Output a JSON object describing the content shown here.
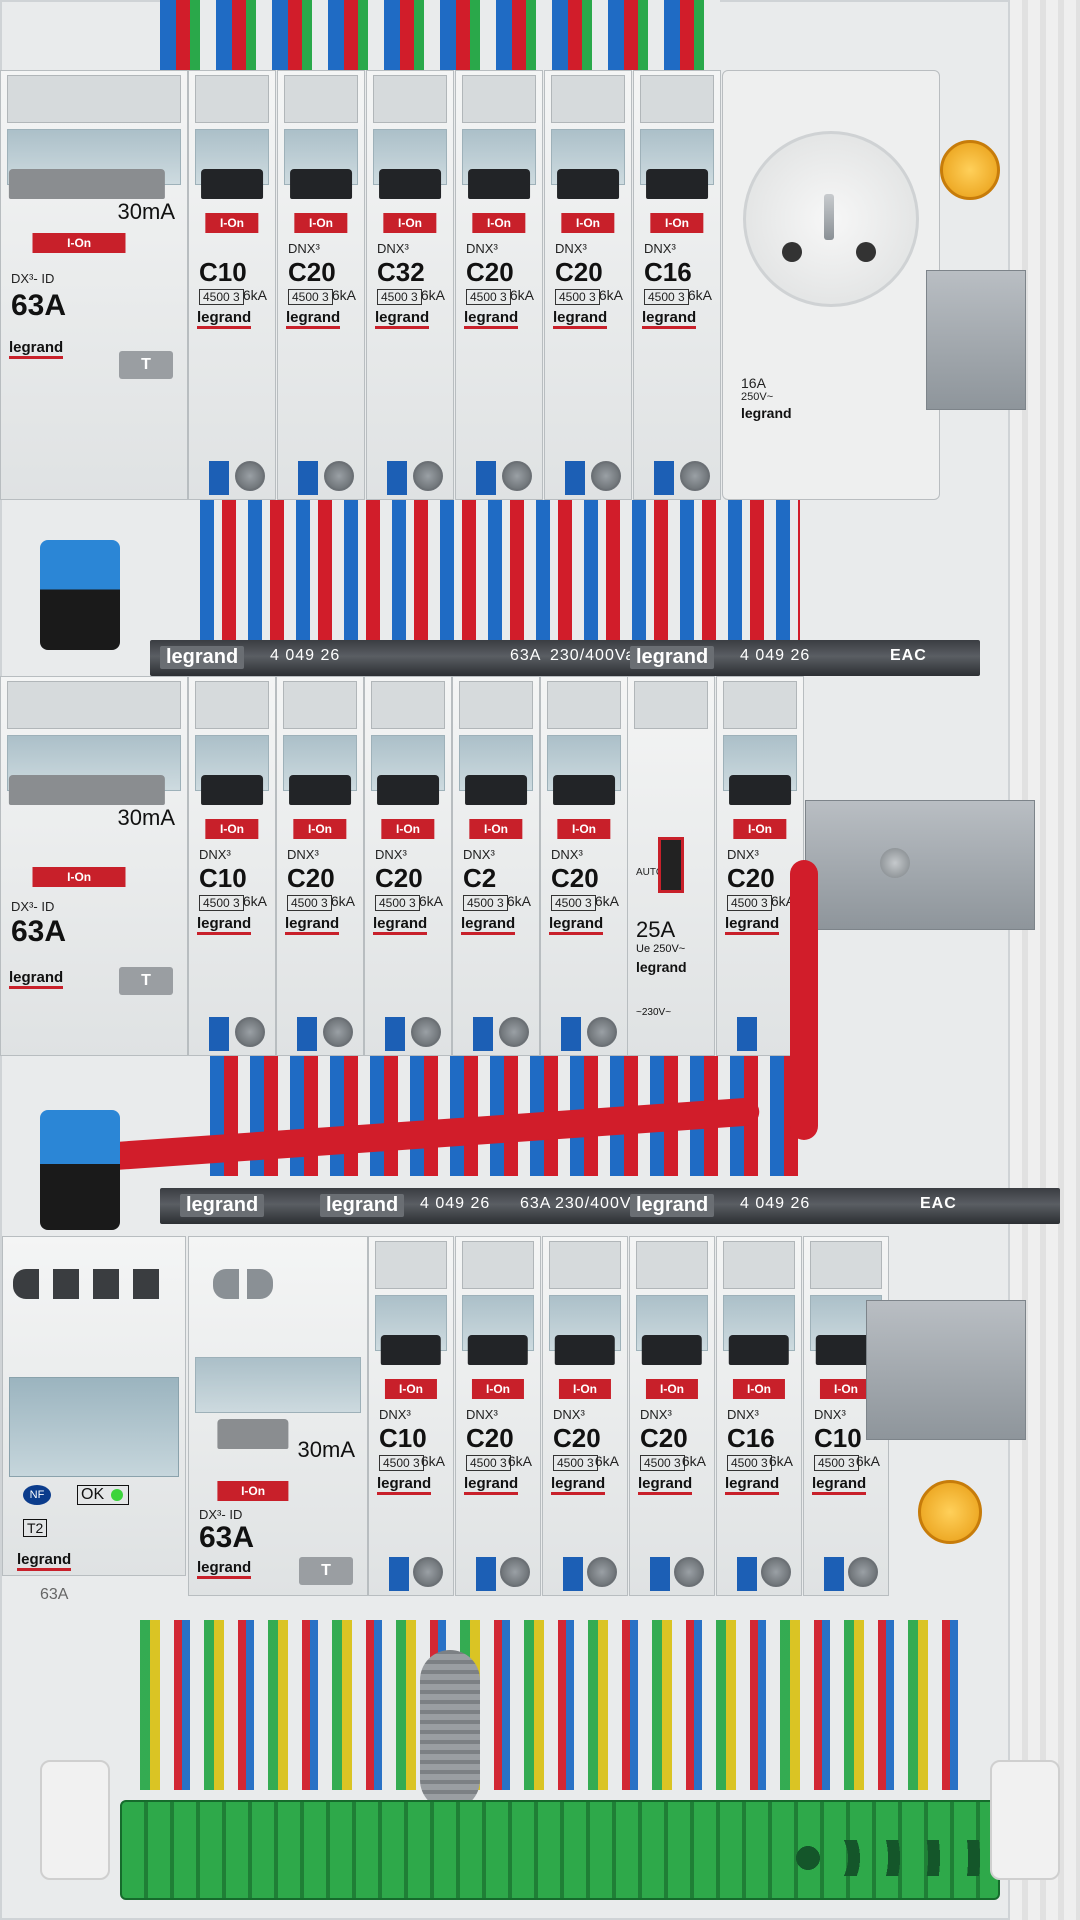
{
  "scene": {
    "colors": {
      "brick": "#8a4433",
      "enclosure": "#e9ebec",
      "breaker_red": "#c8202a",
      "wire_blue": "#1f6bc4",
      "wire_red": "#d11d2a",
      "wire_green": "#2aa84a",
      "wire_yellow": "#d9c21a",
      "terminal_green": "#2ea94a"
    }
  },
  "busbars": [
    {
      "brand": "legrand",
      "ref": "4 049 26",
      "rating": "63A",
      "voltage": "230/400Vac",
      "mark": "EAC"
    },
    {
      "brand": "legrand",
      "ref": "4 049 26",
      "rating": "63A",
      "voltage": "230/400Vac",
      "mark": "EAC"
    }
  ],
  "row1": {
    "rcd": {
      "model": "DX³- ID",
      "rating": "63A",
      "sens": "30mA",
      "state": "I-On",
      "brand": "legrand",
      "test": "T"
    },
    "breakers": [
      {
        "model": "",
        "rating": "C10",
        "ref": "4500 3",
        "kA": "6kA",
        "state": "I-On",
        "brand": "legrand"
      },
      {
        "model": "DNX³",
        "rating": "C20",
        "ref": "4500 3",
        "kA": "6kA",
        "state": "I-On",
        "brand": "legrand"
      },
      {
        "model": "DNX³",
        "rating": "C32",
        "ref": "4500 3",
        "kA": "6kA",
        "state": "I-On",
        "brand": "legrand"
      },
      {
        "model": "DNX³",
        "rating": "C20",
        "ref": "4500 3",
        "kA": "6kA",
        "state": "I-On",
        "brand": "legrand"
      },
      {
        "model": "DNX³",
        "rating": "C20",
        "ref": "4500 3",
        "kA": "6kA",
        "state": "I-On",
        "brand": "legrand"
      },
      {
        "model": "DNX³",
        "rating": "C16",
        "ref": "4500 3",
        "kA": "6kA",
        "state": "I-On",
        "brand": "legrand"
      }
    ],
    "socket": {
      "rating": "16A",
      "voltage": "250V~",
      "brand": "legrand"
    }
  },
  "row2": {
    "rcd": {
      "model": "DX³- ID",
      "rating": "63A",
      "sens": "30mA",
      "state": "I-On",
      "brand": "legrand",
      "test": "T"
    },
    "breakers": [
      {
        "model": "DNX³",
        "rating": "C10",
        "ref": "4500 3",
        "kA": "6kA",
        "state": "I-On",
        "brand": "legrand"
      },
      {
        "model": "DNX³",
        "rating": "C20",
        "ref": "4500 3",
        "kA": "6kA",
        "state": "I-On",
        "brand": "legrand"
      },
      {
        "model": "DNX³",
        "rating": "C20",
        "ref": "4500 3",
        "kA": "6kA",
        "state": "I-On",
        "brand": "legrand"
      },
      {
        "model": "DNX³",
        "rating": "C2",
        "ref": "4500 3",
        "kA": "6kA",
        "state": "I-On",
        "brand": "legrand"
      },
      {
        "model": "DNX³",
        "rating": "C20",
        "ref": "4500 3",
        "kA": "6kA",
        "state": "I-On",
        "brand": "legrand"
      }
    ],
    "contactor": {
      "rating": "25A",
      "voltage": "Ue 250V~",
      "brand": "legrand",
      "mode": "AUTO",
      "coil": "~230V~"
    },
    "last_breaker": {
      "model": "DNX³",
      "rating": "C20",
      "ref": "4500 3",
      "kA": "6kA",
      "state": "I-On",
      "brand": "legrand"
    }
  },
  "row3": {
    "surge": {
      "type": "T2",
      "status": "OK",
      "brand": "legrand",
      "nf": "NF"
    },
    "rcd": {
      "model": "DX³- ID",
      "rating": "63A",
      "sens": "30mA",
      "state": "I-On",
      "brand": "legrand",
      "test": "T"
    },
    "breakers": [
      {
        "model": "DNX³",
        "rating": "C10",
        "ref": "4500 3",
        "kA": "6kA",
        "state": "I-On",
        "brand": "legrand"
      },
      {
        "model": "DNX³",
        "rating": "C20",
        "ref": "4500 3",
        "kA": "6kA",
        "state": "I-On",
        "brand": "legrand"
      },
      {
        "model": "DNX³",
        "rating": "C20",
        "ref": "4500 3",
        "kA": "6kA",
        "state": "I-On",
        "brand": "legrand"
      },
      {
        "model": "DNX³",
        "rating": "C20",
        "ref": "4500 3",
        "kA": "6kA",
        "state": "I-On",
        "brand": "legrand"
      },
      {
        "model": "DNX³",
        "rating": "C16",
        "ref": "4500 3",
        "kA": "6kA",
        "state": "I-On",
        "brand": "legrand"
      },
      {
        "model": "DNX³",
        "rating": "C10",
        "ref": "4500 3",
        "kA": "6kA",
        "state": "I-On",
        "brand": "legrand"
      }
    ],
    "fuse_label": "63A"
  }
}
